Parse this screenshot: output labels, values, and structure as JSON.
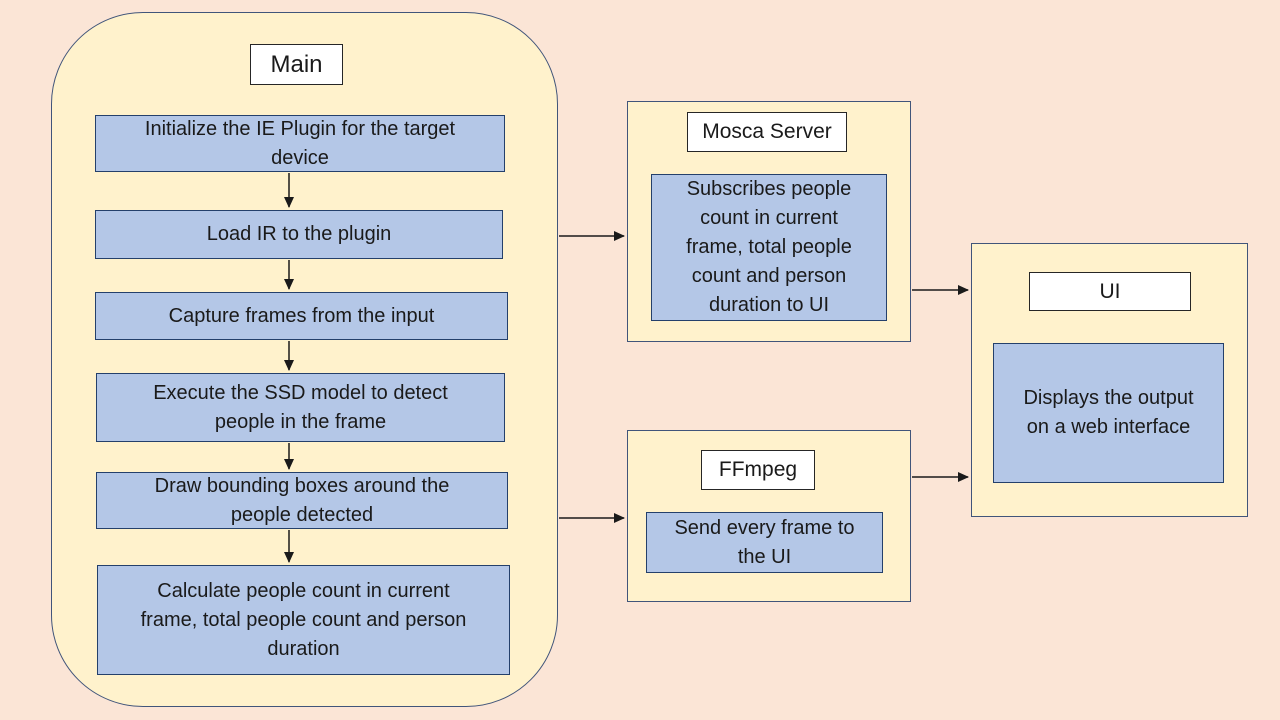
{
  "palette": {
    "background": "#fbe5d6",
    "container_fill": "#fff2cc",
    "container_border": "#41557a",
    "node_fill": "#b4c7e7",
    "node_border": "#24406b",
    "titlebox_fill": "#ffffff",
    "arrow_color": "#1a1a1a"
  },
  "diagram": {
    "main": {
      "title": "Main",
      "steps": [
        [
          "Initialize the IE Plugin for the target",
          "device"
        ],
        [
          "Load IR to the plugin"
        ],
        [
          "Capture frames from the input"
        ],
        [
          "Execute the SSD model to detect",
          "people in the frame"
        ],
        [
          "Draw bounding boxes around the",
          "people detected"
        ],
        [
          "Calculate people count in current",
          "frame, total people count and person",
          "duration"
        ]
      ]
    },
    "mosca": {
      "title": "Mosca Server",
      "body": [
        "Subscribes people",
        "count in current",
        "frame, total people",
        "count and person",
        "duration to UI"
      ]
    },
    "ffmpeg": {
      "title": "FFmpeg",
      "body": [
        "Send every frame to",
        "the UI"
      ]
    },
    "ui": {
      "title": "UI",
      "body": [
        "Displays the output",
        "on a web interface"
      ]
    }
  }
}
